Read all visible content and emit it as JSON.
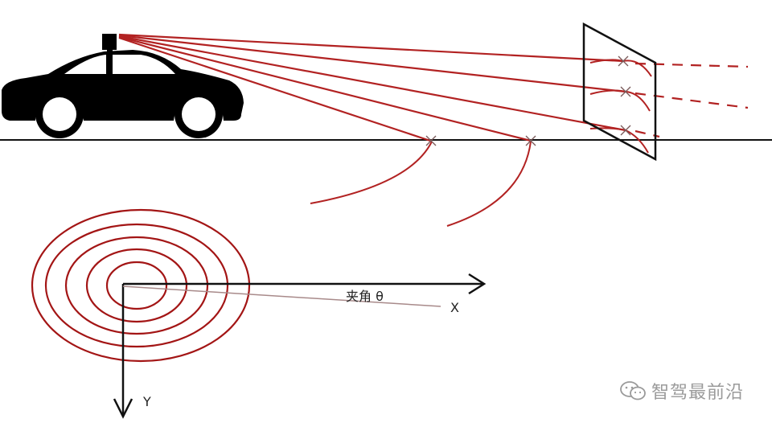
{
  "labels": {
    "angle": "夹角 θ",
    "x_axis": "X",
    "y_axis": "Y"
  },
  "watermark": {
    "text": "智驾最前沿",
    "icon": "wechat-icon"
  },
  "colors": {
    "beam": "#b22222",
    "car": "#000000",
    "ground": "#111111"
  }
}
